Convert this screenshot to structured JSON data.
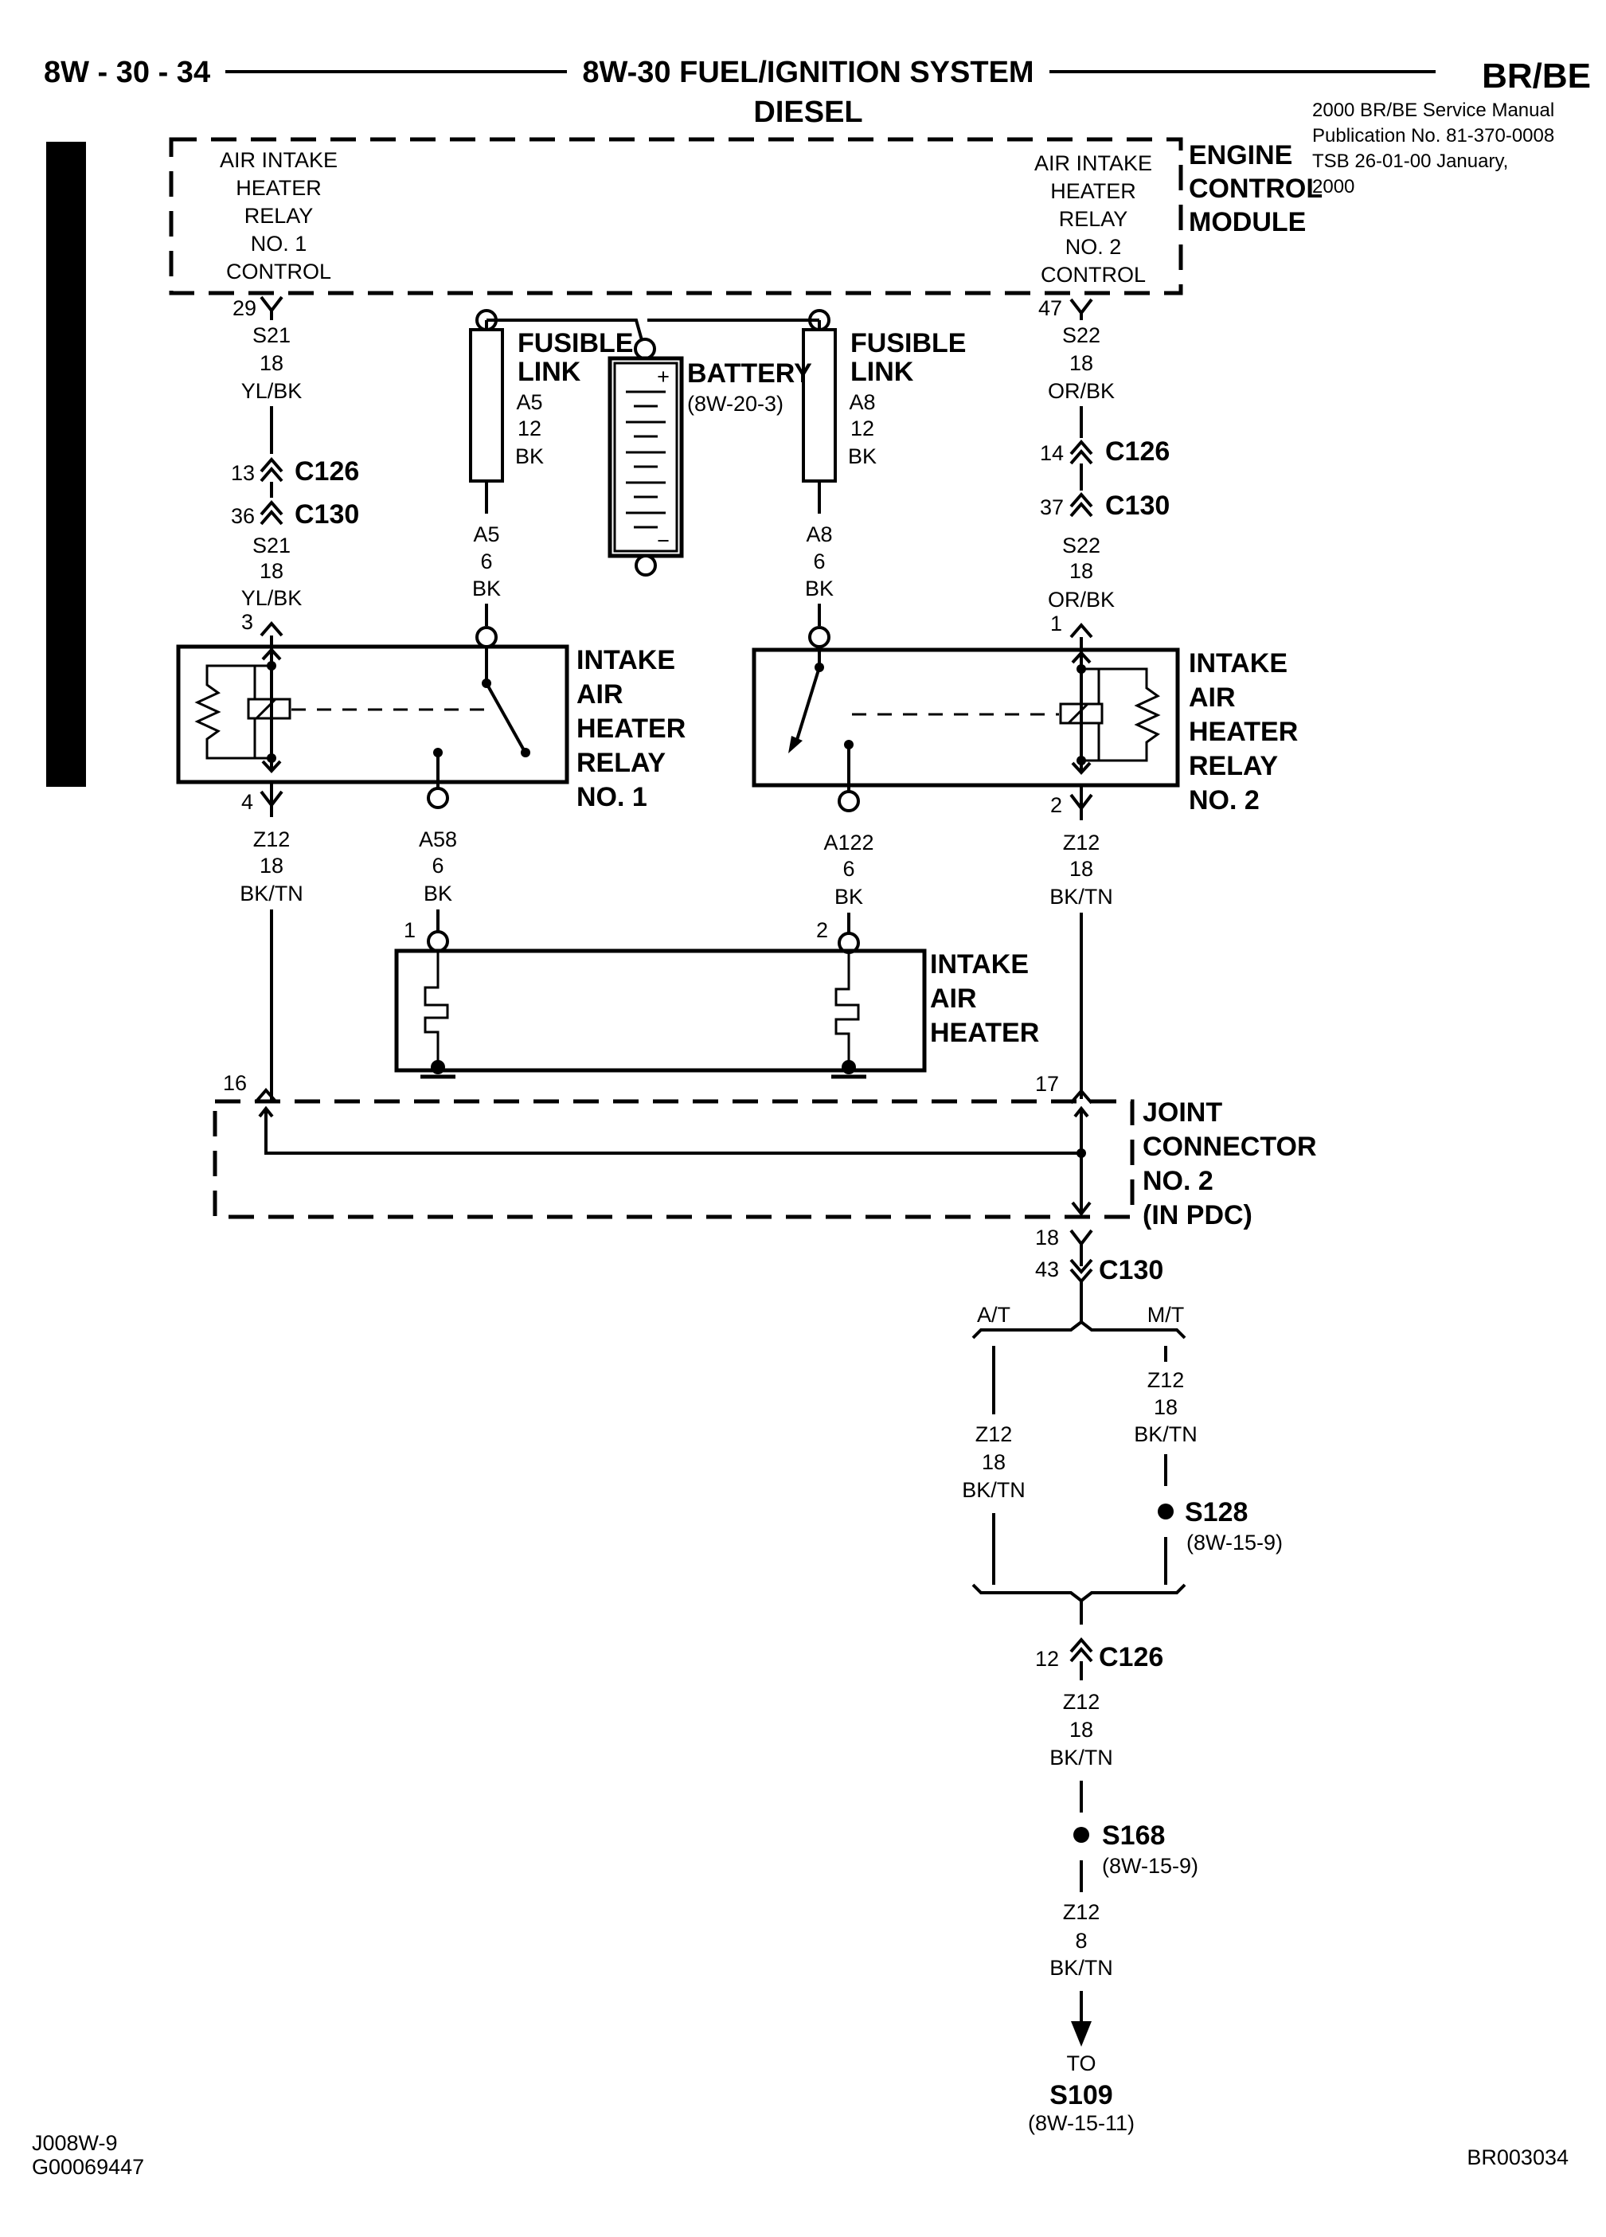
{
  "header": {
    "page_ref": "8W - 30 - 34",
    "title": "8W-30 FUEL/IGNITION SYSTEM",
    "subtitle": "DIESEL",
    "model": "BR/BE",
    "pub_lines": [
      "2000 BR/BE Service Manual",
      "Publication No. 81-370-0008",
      "TSB 26-01-00   January,",
      "2000"
    ]
  },
  "ecm": {
    "name": [
      "ENGINE",
      "CONTROL",
      "MODULE"
    ],
    "left_label": [
      "AIR INTAKE",
      "HEATER",
      "RELAY",
      "NO. 1",
      "CONTROL"
    ],
    "right_label": [
      "AIR INTAKE",
      "HEATER",
      "RELAY",
      "NO. 2",
      "CONTROL"
    ]
  },
  "battery": {
    "name": "BATTERY",
    "ref": "(8W-20-3)",
    "plus": "+",
    "minus": "−"
  },
  "fusible_links": [
    {
      "name": [
        "FUSIBLE",
        "LINK"
      ],
      "circuit": [
        "A5",
        "12",
        "BK"
      ],
      "out": [
        "A5",
        "6",
        "BK"
      ]
    },
    {
      "name": [
        "FUSIBLE",
        "LINK"
      ],
      "circuit": [
        "A8",
        "12",
        "BK"
      ],
      "out": [
        "A8",
        "6",
        "BK"
      ]
    }
  ],
  "left_branch": {
    "pin_ecm": "29",
    "wire": [
      "S21",
      "18",
      "YL/BK"
    ],
    "c126_pin": "13",
    "c126": "C126",
    "c130_pin": "36",
    "c130": "C130",
    "wire2": [
      "S21",
      "18",
      "YL/BK"
    ],
    "relay_pin_in": "3",
    "relay_pin_out": "4",
    "wire3": [
      "Z12",
      "18",
      "BK/TN"
    ]
  },
  "right_branch": {
    "pin_ecm": "47",
    "wire": [
      "S22",
      "18",
      "OR/BK"
    ],
    "c126_pin": "14",
    "c126": "C126",
    "c130_pin": "37",
    "c130": "C130",
    "wire2": [
      "S22",
      "18",
      "OR/BK"
    ],
    "relay_pin_in": "1",
    "relay_pin_out": "2",
    "wire3": [
      "Z12",
      "18",
      "BK/TN"
    ]
  },
  "relay1": {
    "name": [
      "INTAKE",
      "AIR",
      "HEATER",
      "RELAY",
      "NO. 1"
    ],
    "out_wire": [
      "A58",
      "6",
      "BK"
    ]
  },
  "relay2": {
    "name": [
      "INTAKE",
      "AIR",
      "HEATER",
      "RELAY",
      "NO. 2"
    ],
    "out_wire": [
      "A122",
      "6",
      "BK"
    ]
  },
  "heater": {
    "name": [
      "INTAKE",
      "AIR",
      "HEATER"
    ],
    "pin_left": "1",
    "pin_right": "2"
  },
  "joint_connector": {
    "name": [
      "JOINT",
      "CONNECTOR",
      "NO. 2",
      "(IN PDC)"
    ],
    "pin_left": "16",
    "pin_right": "17",
    "pin_out": "18"
  },
  "lower": {
    "c130_pin": "43",
    "c130": "C130",
    "at": "A/T",
    "mt": "M/T",
    "at_wire": [
      "Z12",
      "18",
      "BK/TN"
    ],
    "mt_wire": [
      "Z12",
      "18",
      "BK/TN"
    ],
    "s128": "S128",
    "s128_ref": "(8W-15-9)",
    "c126_pin": "12",
    "c126": "C126",
    "wire": [
      "Z12",
      "18",
      "BK/TN"
    ],
    "s168": "S168",
    "s168_ref": "(8W-15-9)",
    "wire2": [
      "Z12",
      "8",
      "BK/TN"
    ],
    "to": "TO",
    "s109": "S109",
    "s109_ref": "(8W-15-11)"
  },
  "footer": {
    "left1": "J008W-9",
    "left2": "G00069447",
    "right": "BR003034"
  }
}
